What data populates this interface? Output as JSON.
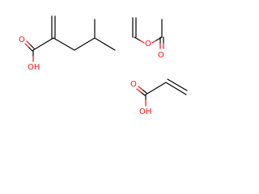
{
  "colors": {
    "background": "#ffffff",
    "bond": "#000000",
    "oxygen": "#ff0d0d"
  },
  "molecules": [
    {
      "atom_labels": {
        "hydroxyl": "OH",
        "carbonyl": "O"
      }
    },
    {
      "atom_labels": {
        "ester_oxygen": "O",
        "carbonyl": "O"
      }
    },
    {
      "atom_labels": {
        "hydroxyl": "OH",
        "carbonyl": "O"
      }
    }
  ]
}
